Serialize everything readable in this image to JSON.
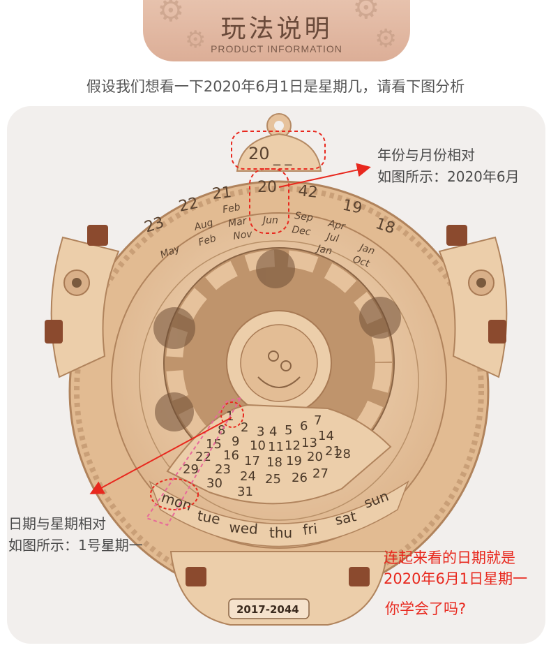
{
  "header": {
    "title": "玩法说明",
    "subtitle": "PRODUCT  INFORMATION"
  },
  "intro_text": "假设我们想看一下2020年6月1日是星期几，请看下图分析",
  "calendar": {
    "year_prefix": "20",
    "year_blanks": "_ _",
    "year_digits": [
      "23",
      "22",
      "21",
      "20",
      "42",
      "19",
      "18"
    ],
    "month_stack": [
      {
        "top": "",
        "bottom": "May"
      },
      {
        "top": "Aug",
        "bottom": "Feb"
      },
      {
        "top": "Feb",
        "bottom": "Mar"
      },
      {
        "top": "Nov",
        "bottom": ""
      },
      {
        "top": "Jun",
        "bottom": ""
      },
      {
        "top": "Sep",
        "bottom": "Dec"
      },
      {
        "top": "Apr",
        "bottom": "Jul"
      },
      {
        "top": "Jan",
        "bottom": ""
      },
      {
        "top": "Jan",
        "bottom": "Oct"
      }
    ],
    "day_numbers": [
      "1",
      "8",
      "15",
      "22",
      "29",
      "2",
      "9",
      "16",
      "23",
      "30",
      "3",
      "10",
      "17",
      "24",
      "31",
      "4",
      "11",
      "18",
      "25",
      "5",
      "12",
      "19",
      "26",
      "6",
      "13",
      "20",
      "27",
      "7",
      "14",
      "21",
      "28"
    ],
    "weekdays": [
      "mon",
      "tue",
      "wed",
      "thu",
      "fri",
      "sat",
      "sun"
    ],
    "range_label": "2017-2044"
  },
  "annotations": {
    "year_month": [
      "年份与月份相对",
      "如图所示：2020年6月"
    ],
    "date_weekday": [
      "日期与星期相对",
      "如图所示：1号星期一"
    ]
  },
  "conclusion": [
    "连起来看的日期就是",
    "2020年6月1日星期一"
  ],
  "question": "你学会了吗?",
  "colors": {
    "wood": "#e9c9a6",
    "wood_dark": "#c89a72",
    "highlight_red": "#e8281e",
    "highlight_pink": "#e8689a",
    "panel": "#f2efed"
  }
}
